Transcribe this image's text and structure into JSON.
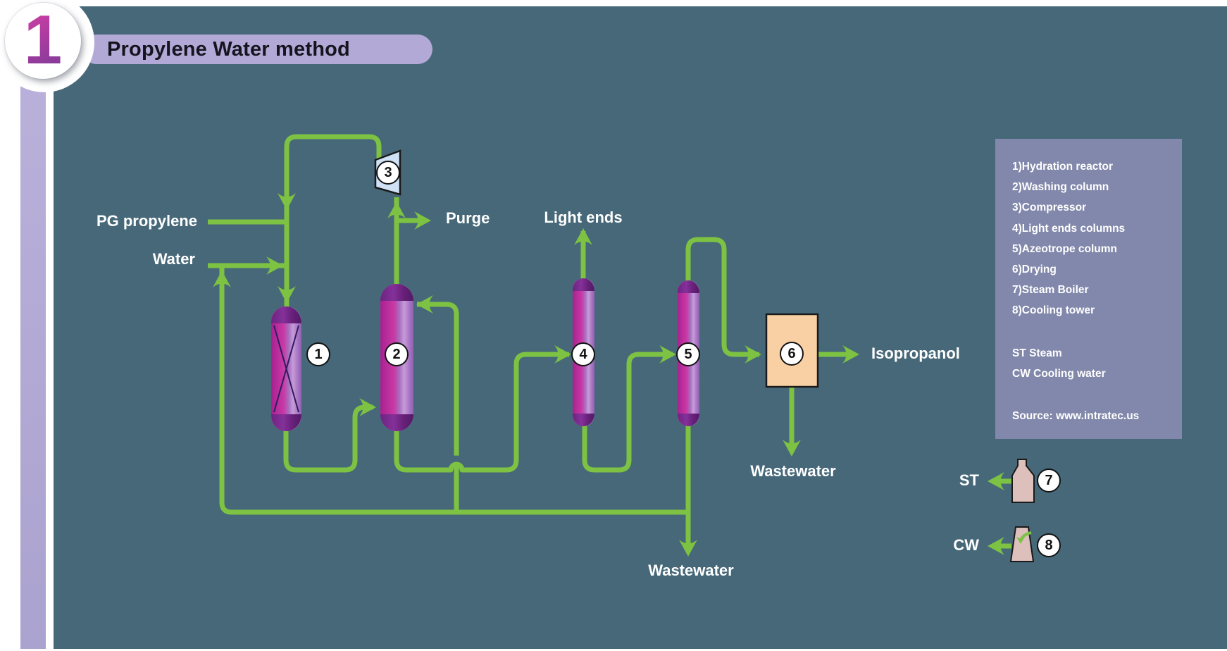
{
  "page": {
    "badge_number": "1",
    "title": "Propylene Water method"
  },
  "streams": {
    "pg_propylene": "PG propylene",
    "water": "Water",
    "purge": "Purge",
    "light_ends": "Light ends",
    "isopropanol": "Isopropanol",
    "wastewater_right": "Wastewater",
    "wastewater_bottom": "Wastewater",
    "st": "ST",
    "cw": "CW"
  },
  "equipment": [
    {
      "number": "1",
      "name": "Hydration reactor"
    },
    {
      "number": "2",
      "name": "Washing column"
    },
    {
      "number": "3",
      "name": "Compressor"
    },
    {
      "number": "4",
      "name": "Light ends columns"
    },
    {
      "number": "5",
      "name": "Azeotrope column"
    },
    {
      "number": "6",
      "name": "Drying"
    },
    {
      "number": "7",
      "name": "Steam Boiler"
    },
    {
      "number": "8",
      "name": "Cooling tower"
    }
  ],
  "legend": {
    "items": [
      "1)Hydration reactor",
      "2)Washing column",
      "3)Compressor",
      "4)Light ends columns",
      "5)Azeotrope column",
      "6)Drying",
      "7)Steam Boiler",
      "8)Cooling tower"
    ],
    "st_line": "ST Steam",
    "cw_line": "CW Cooling water",
    "source": "Source: www.intratec.us"
  },
  "colors": {
    "panel_background": "#466879",
    "pipe_green": "#7dc242",
    "banner_lavender": "#b3a9d6",
    "side_strip": "#aea6d2",
    "legend_box": "#8288ab",
    "vessel_magenta": "#c42da0",
    "vessel_light_purple": "#c79bd8",
    "vessel_dome": "#6b2379",
    "dryer_box": "#f9d0a4",
    "compressor_blue": "#cfe1f4",
    "utility_pink": "#ddbfbc"
  }
}
